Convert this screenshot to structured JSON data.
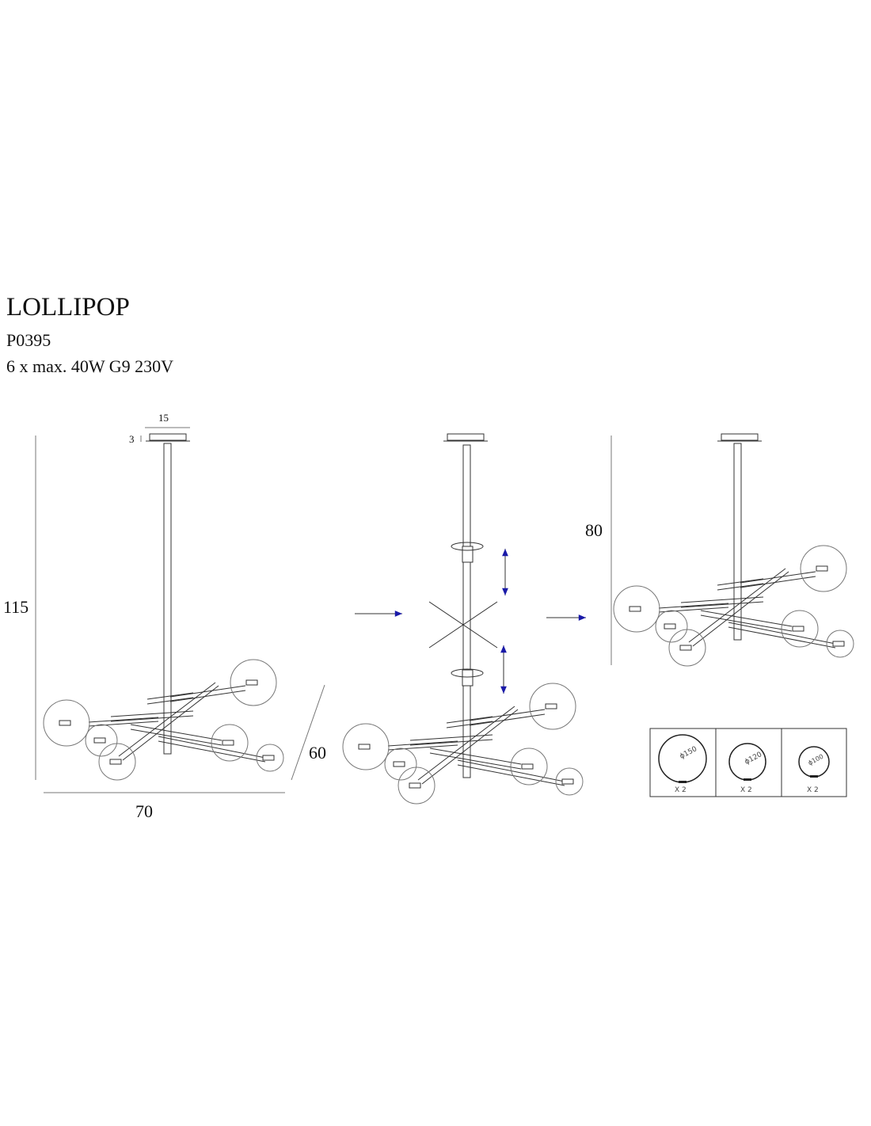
{
  "product": {
    "name": "LOLLIPOP",
    "code": "P0395",
    "spec": "6 x max. 40W G9  230V"
  },
  "dimensions": {
    "canopy_width": "15",
    "canopy_height": "3",
    "total_height": "115",
    "width": "70",
    "depth": "60",
    "shortened_height": "80"
  },
  "globes": [
    {
      "label": "ϕ150",
      "count": "X 2"
    },
    {
      "label": "ϕ120",
      "count": "X 2"
    },
    {
      "label": "ϕ100",
      "count": "X 2"
    }
  ],
  "colors": {
    "line": "#333333",
    "arrow": "#1a1aa8",
    "cross": "#d08080"
  }
}
